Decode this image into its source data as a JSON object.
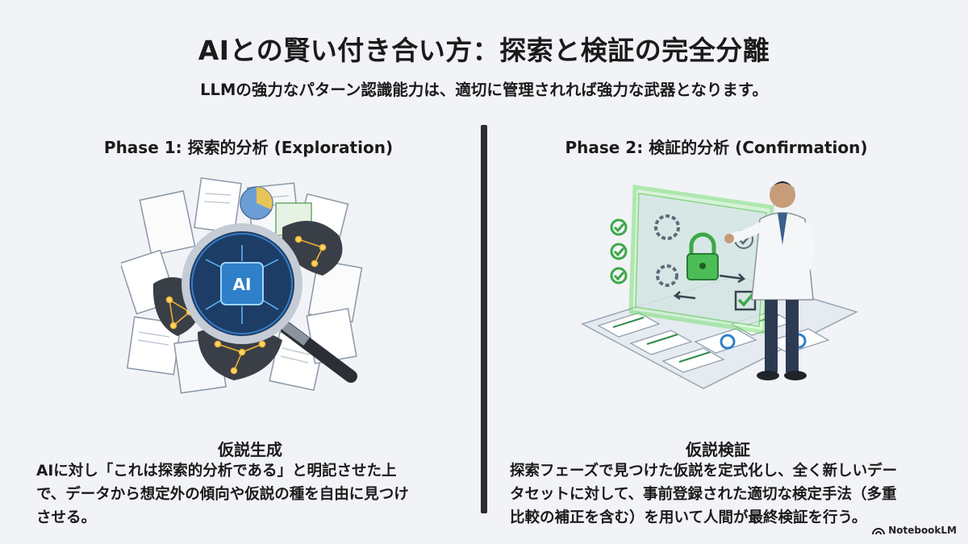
{
  "header": {
    "title": "AIとの賢い付き合い方：探索と検証の完全分離",
    "subtitle": "LLMの強力なパターン認識能力は、適切に管理されれば強力な武器となります。"
  },
  "phase1": {
    "title": "Phase 1: 探索的分析 (Exploration)",
    "badge": "AI",
    "section_title": "仮説生成",
    "lines": [
      "AIに対し「これは探索的分析である」と明記させた上",
      "で、データから想定外の傾向や仮説の種を自由に見つけ",
      "させる。"
    ]
  },
  "phase2": {
    "title": "Phase 2: 検証的分析 (Confirmation)",
    "section_title": "仮説検証",
    "lines": [
      "探索フェーズで見つけた仮説を定式化し、全く新しいデー",
      "タセットに対して、事前登録された適切な検定手法（多重",
      "比較の補正を含む）を用いて人間が最終検証を行う。"
    ]
  },
  "footer": {
    "brand": "NotebookLM",
    "brand_icon": "notebooklm-logo-icon"
  },
  "colors": {
    "background": "#f1f3f7",
    "accent_blue": "#2f7fc9",
    "glow_green": "#5fdc5a",
    "gold": "#f2b531"
  }
}
